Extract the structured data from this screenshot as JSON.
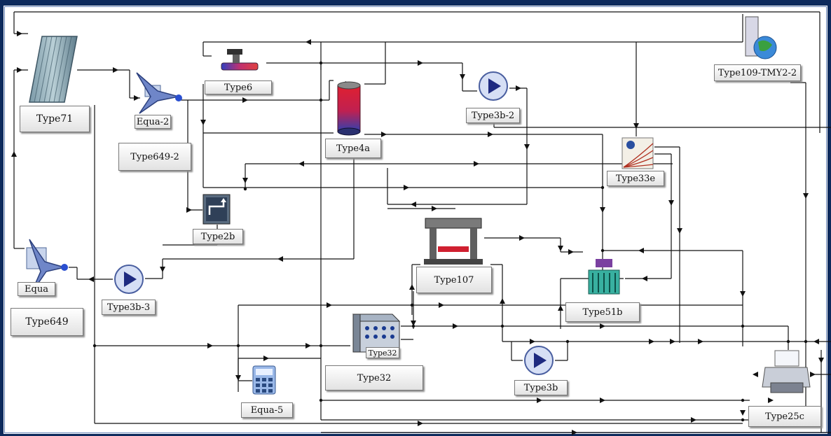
{
  "components": [
    {
      "id": "type71",
      "label": "Type71",
      "icon": "solar-collector-icon"
    },
    {
      "id": "equa2",
      "label": "Equa-2",
      "icon": "equation-icon"
    },
    {
      "id": "type649_2",
      "label": "Type649-2",
      "icon": "mixer-icon"
    },
    {
      "id": "type6",
      "label": "Type6",
      "icon": "auxiliary-heater-icon"
    },
    {
      "id": "type4a",
      "label": "Type4a",
      "icon": "storage-tank-icon"
    },
    {
      "id": "type3b_2",
      "label": "Type3b-2",
      "icon": "pump-icon"
    },
    {
      "id": "type109",
      "label": "Type109-TMY2-2",
      "icon": "weather-data-icon"
    },
    {
      "id": "type33e",
      "label": "Type33e",
      "icon": "psychrometrics-icon"
    },
    {
      "id": "type2b",
      "label": "Type2b",
      "icon": "on-off-controller-icon"
    },
    {
      "id": "type107",
      "label": "Type107",
      "icon": "absorption-chiller-icon"
    },
    {
      "id": "type51b",
      "label": "Type51b",
      "icon": "cooling-tower-icon"
    },
    {
      "id": "equa",
      "label": "Equa",
      "icon": "equation-icon"
    },
    {
      "id": "type649",
      "label": "Type649",
      "icon": "mixer-icon"
    },
    {
      "id": "type3b_3",
      "label": "Type3b-3",
      "icon": "pump-icon"
    },
    {
      "id": "type32",
      "label": "Type32",
      "icon": "cooling-coil-icon"
    },
    {
      "id": "type32_inner",
      "label": "Type32",
      "icon": "cooling-coil-icon"
    },
    {
      "id": "equa5",
      "label": "Equa-5",
      "icon": "calculator-icon"
    },
    {
      "id": "type3b",
      "label": "Type3b",
      "icon": "pump-icon"
    },
    {
      "id": "type25c",
      "label": "Type25c",
      "icon": "printer-icon"
    }
  ],
  "colors": {
    "frame": "#0d2a5c",
    "wire": "#111111",
    "pump": "#2a4fd0",
    "tank_red": "#d02030"
  }
}
